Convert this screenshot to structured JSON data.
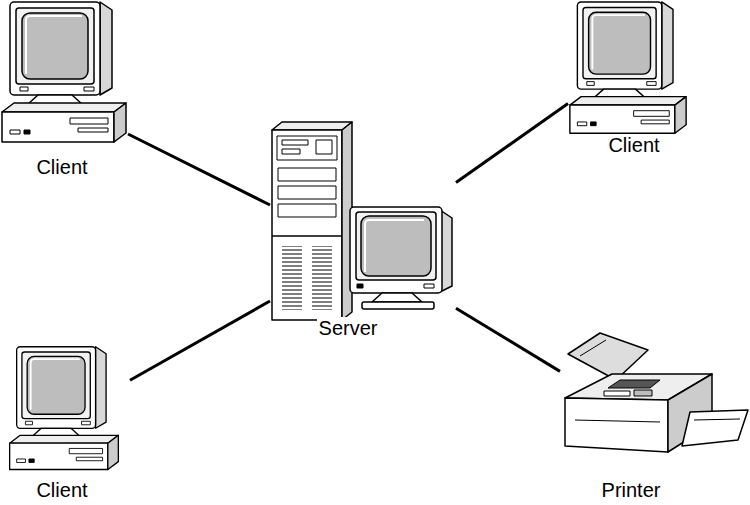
{
  "diagram": {
    "nodes": [
      {
        "text": [
          "Client"
        ]
      },
      {
        "text": [
          "Client"
        ]
      },
      {
        "text": [
          "Server"
        ]
      },
      {
        "text": [
          "Client"
        ]
      },
      {
        "text": [
          "Printer"
        ]
      }
    ],
    "edges": [
      {
        "from": 0,
        "to": 2,
        "arrow": "none"
      },
      {
        "from": 2,
        "to": 1,
        "arrow": "none"
      },
      {
        "from": 3,
        "to": 2,
        "arrow": "none"
      },
      {
        "from": 2,
        "to": 4,
        "arrow": "none"
      }
    ]
  }
}
